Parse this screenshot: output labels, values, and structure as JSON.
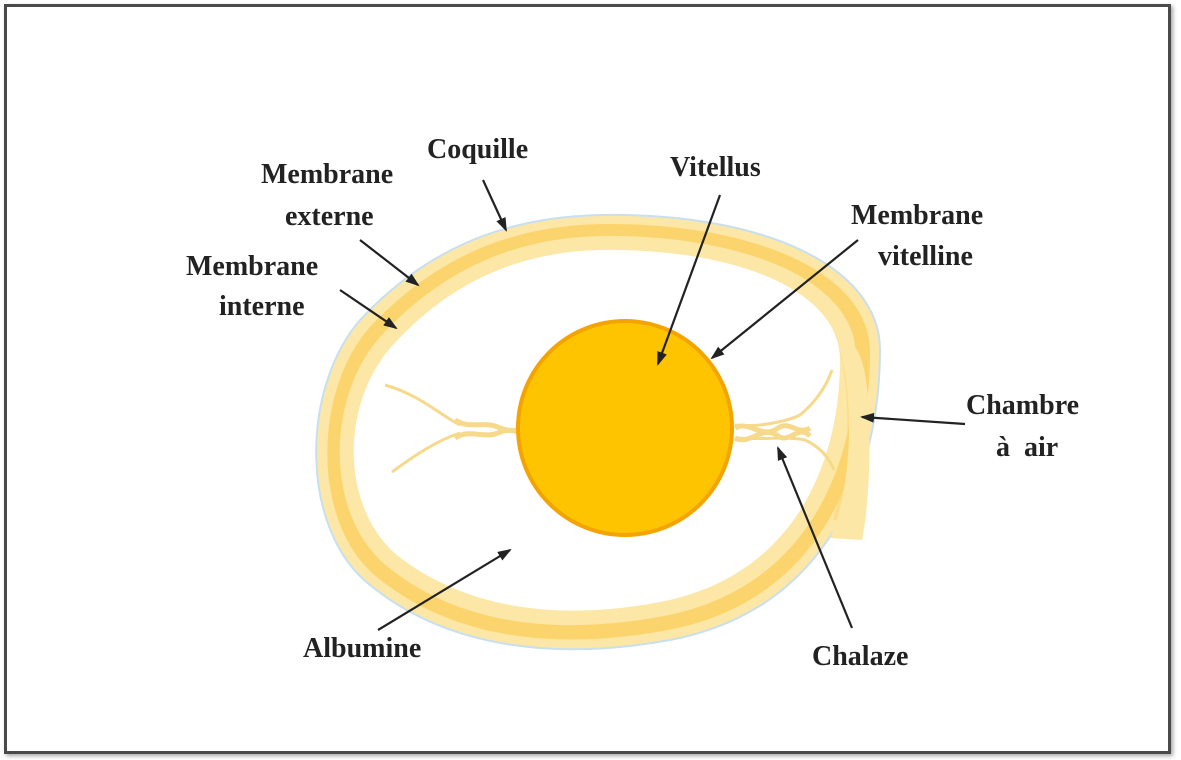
{
  "labels": {
    "coquille": "Coquille",
    "membrane_externe_1": "Membrane",
    "membrane_externe_2": "externe",
    "membrane_interne_1": "Membrane",
    "membrane_interne_2": "interne",
    "vitellus": "Vitellus",
    "membrane_vitelline_1": "Membrane",
    "membrane_vitelline_2": "vitelline",
    "chambre_a_air_1": "Chambre",
    "chambre_a_air_2": "à  air",
    "albumine": "Albumine",
    "chalaze": "Chalaze"
  },
  "colors": {
    "shell": "#fbd46e",
    "shell_light": "#fde7a6",
    "yolk": "#ffc400",
    "yolk_edge": "#f3a400",
    "chalaza": "#f6d98a",
    "arrow": "#222222"
  }
}
